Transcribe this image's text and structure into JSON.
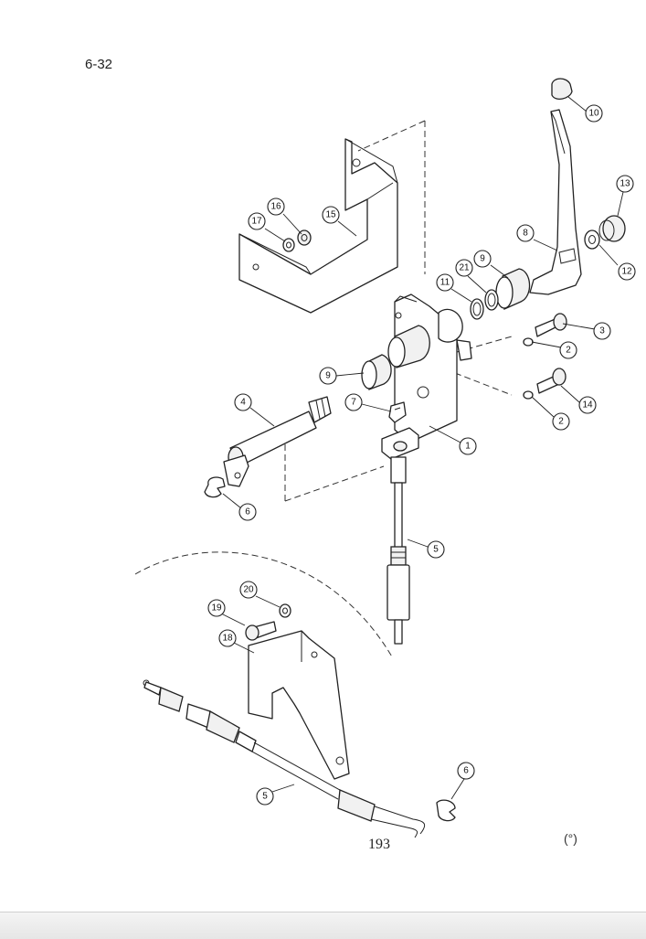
{
  "page": {
    "section_ref": "6-32",
    "page_number": "193",
    "corner_mark": "(°)"
  },
  "callouts": [
    {
      "id": "c10",
      "label": "10"
    },
    {
      "id": "c13",
      "label": "13"
    },
    {
      "id": "c16",
      "label": "16"
    },
    {
      "id": "c17",
      "label": "17"
    },
    {
      "id": "c15",
      "label": "15"
    },
    {
      "id": "c8",
      "label": "8"
    },
    {
      "id": "c9a",
      "label": "9"
    },
    {
      "id": "c21",
      "label": "21"
    },
    {
      "id": "c11",
      "label": "11"
    },
    {
      "id": "c12",
      "label": "12"
    },
    {
      "id": "c3",
      "label": "3"
    },
    {
      "id": "c2a",
      "label": "2"
    },
    {
      "id": "c9b",
      "label": "9"
    },
    {
      "id": "c7",
      "label": "7"
    },
    {
      "id": "c4",
      "label": "4"
    },
    {
      "id": "c14",
      "label": "14"
    },
    {
      "id": "c2b",
      "label": "2"
    },
    {
      "id": "c1",
      "label": "1"
    },
    {
      "id": "c6a",
      "label": "6"
    },
    {
      "id": "c5a",
      "label": "5"
    },
    {
      "id": "c20",
      "label": "20"
    },
    {
      "id": "c19",
      "label": "19"
    },
    {
      "id": "c18",
      "label": "18"
    },
    {
      "id": "c6b",
      "label": "6"
    },
    {
      "id": "c5b",
      "label": "5"
    }
  ]
}
